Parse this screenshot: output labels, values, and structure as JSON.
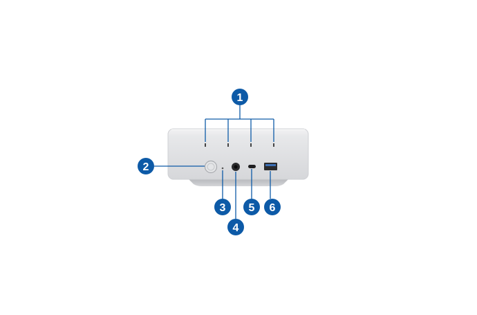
{
  "colors": {
    "callout_fill": "#0d5aa7",
    "callout_text": "#ffffff",
    "leader_line": "#0d5aa7",
    "device_body": "#dcdde0",
    "device_edge": "#c9cbcf",
    "device_foot": "#b9bbbf"
  },
  "callouts": [
    {
      "id": "1",
      "label": "1",
      "icon": "microphone-holes"
    },
    {
      "id": "2",
      "label": "2",
      "icon": "power-button"
    },
    {
      "id": "3",
      "label": "3",
      "icon": "status-led"
    },
    {
      "id": "4",
      "label": "4",
      "icon": "headphone-jack"
    },
    {
      "id": "5",
      "label": "5",
      "icon": "usb-c-port"
    },
    {
      "id": "6",
      "label": "6",
      "icon": "usb-a-port"
    }
  ]
}
